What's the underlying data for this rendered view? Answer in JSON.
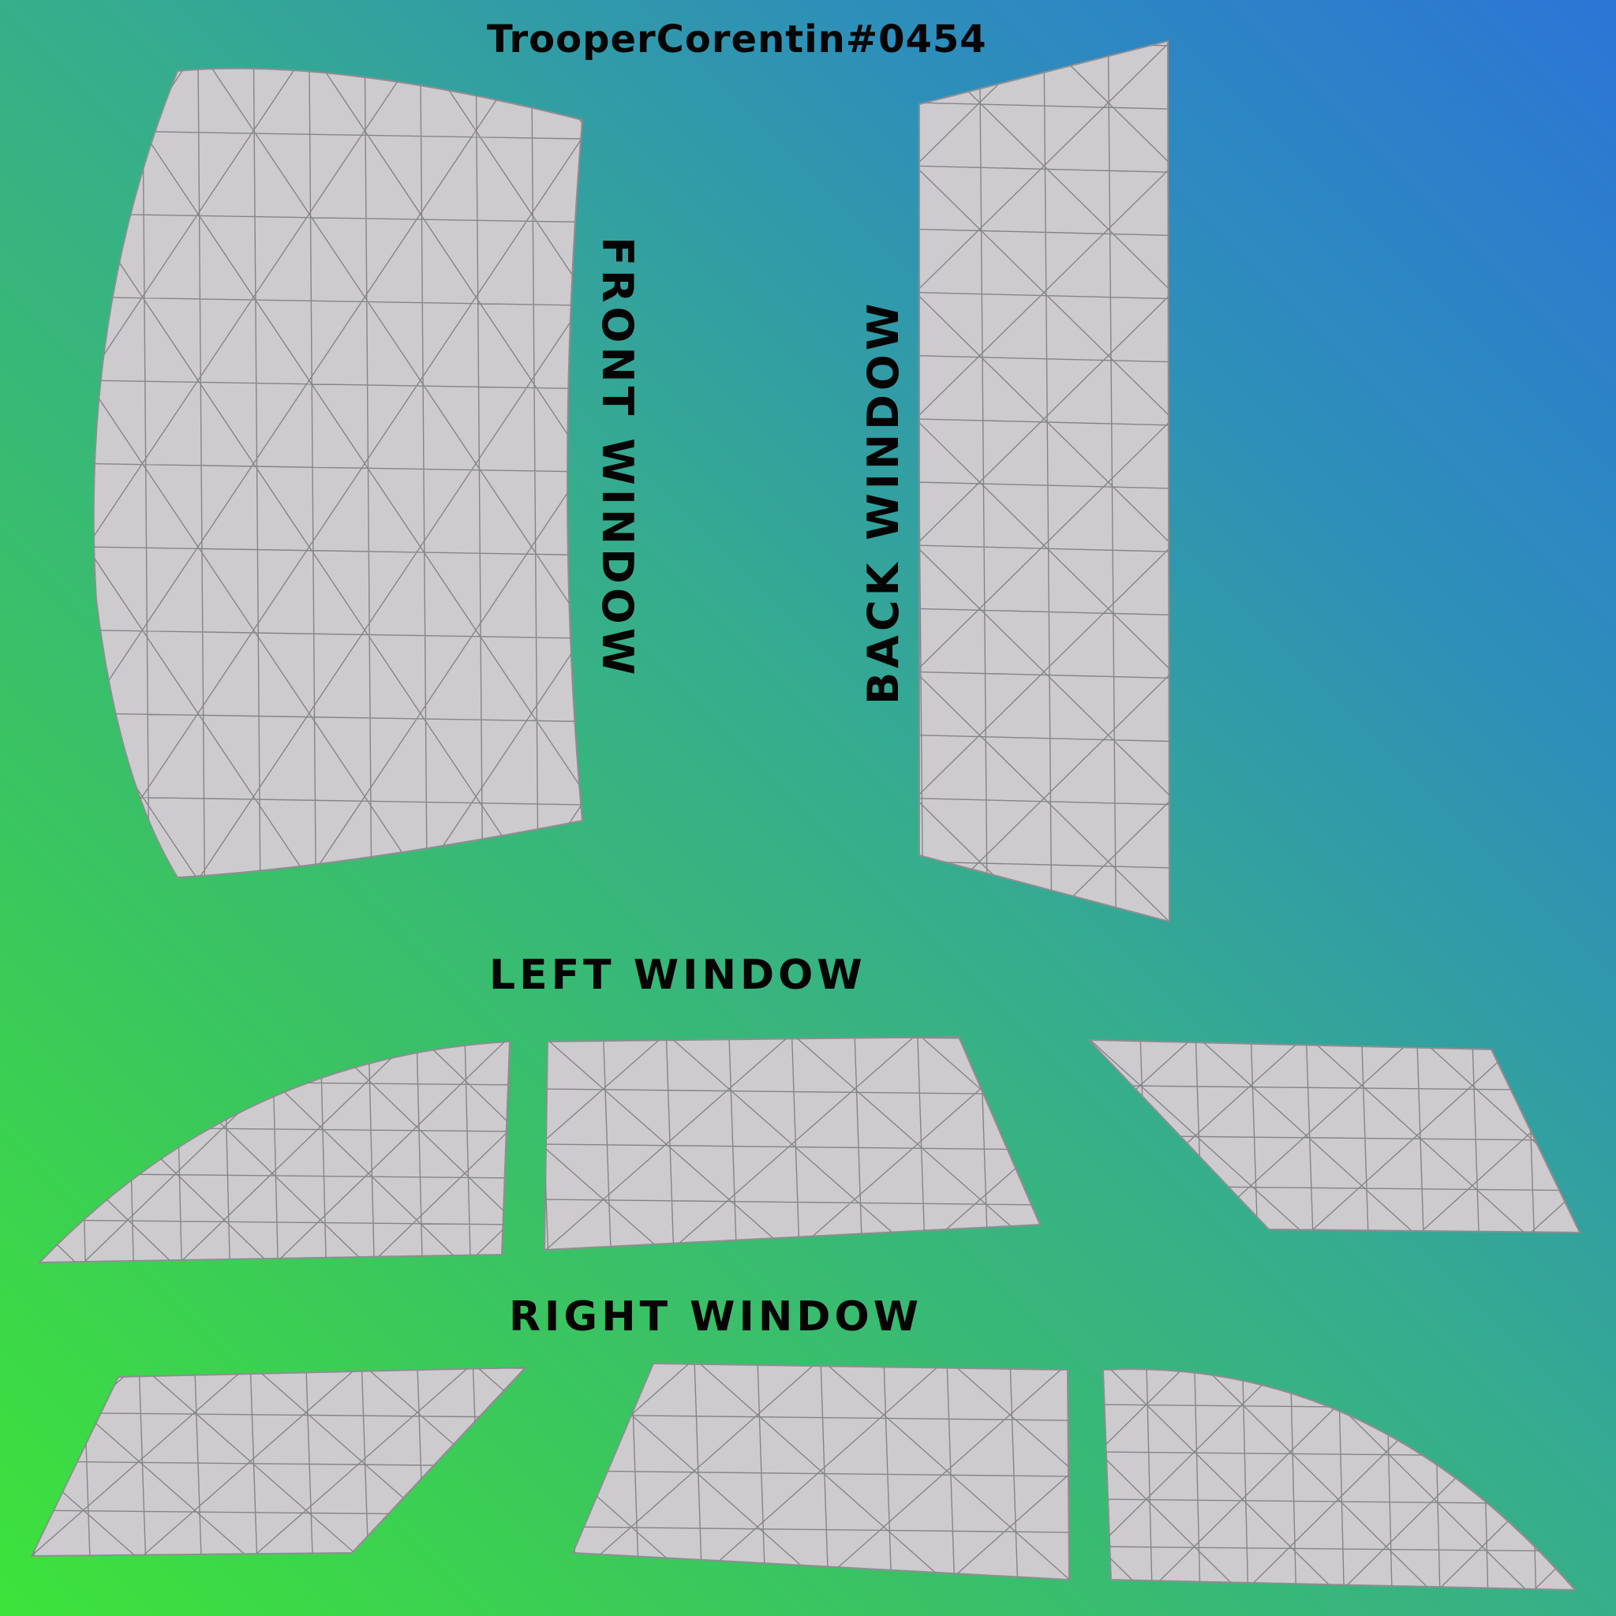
{
  "header": {
    "author": "TrooperCorentin#0454"
  },
  "labels": {
    "front_window": "FRONT WINDOW",
    "back_window": "BACK WINDOW",
    "left_window": "LEFT WINDOW",
    "right_window": "RIGHT WINDOW"
  },
  "colors": {
    "background_top_right": "#2c75d6",
    "background_bottom_left": "#3de33a",
    "panel_fill": "#cdcbce",
    "mesh_line": "#858589",
    "label_text": "#050505"
  }
}
